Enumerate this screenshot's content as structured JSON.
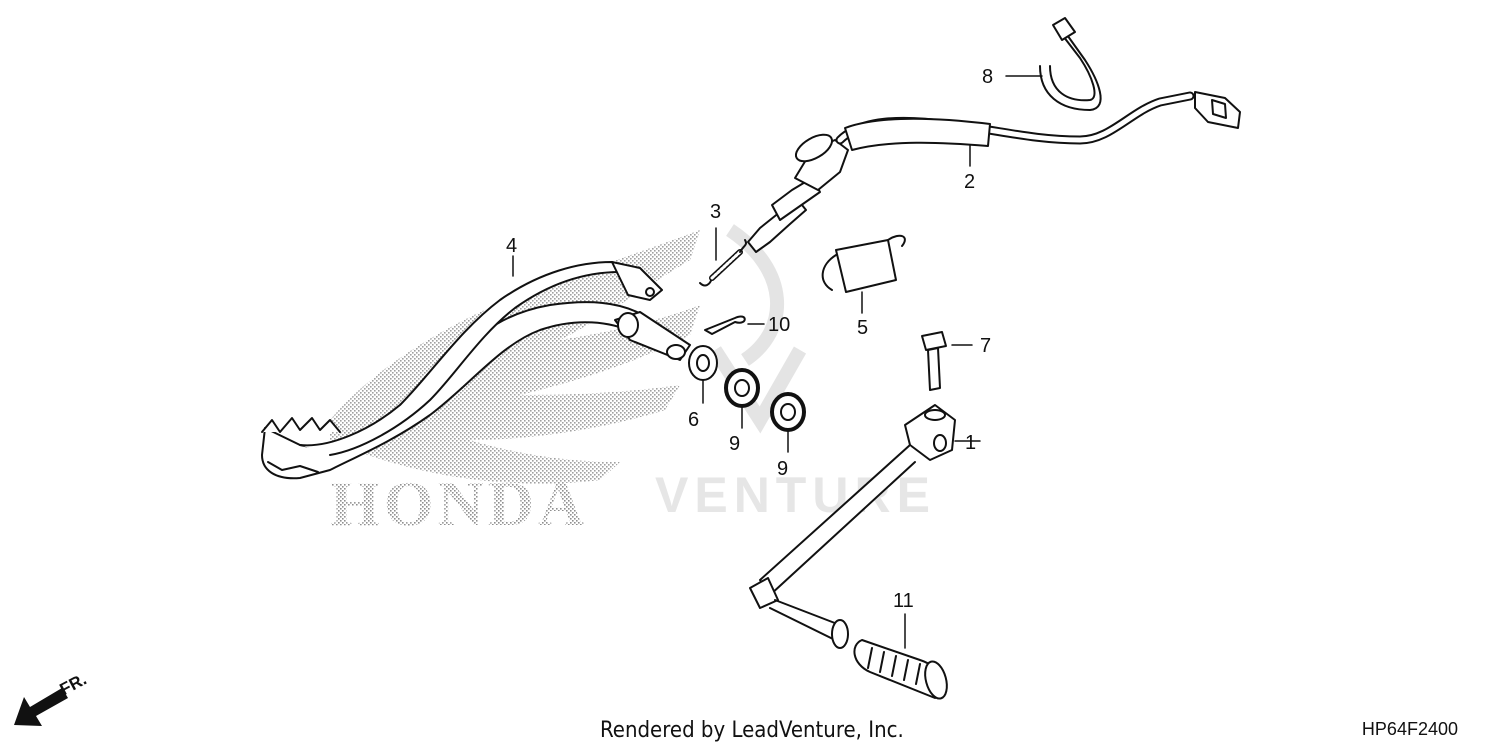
{
  "callouts": [
    {
      "id": "1",
      "text": "1"
    },
    {
      "id": "2",
      "text": "2"
    },
    {
      "id": "3",
      "text": "3"
    },
    {
      "id": "4",
      "text": "4"
    },
    {
      "id": "5",
      "text": "5"
    },
    {
      "id": "6",
      "text": "6"
    },
    {
      "id": "7",
      "text": "7"
    },
    {
      "id": "8",
      "text": "8"
    },
    {
      "id": "9a",
      "text": "9"
    },
    {
      "id": "9b",
      "text": "9"
    },
    {
      "id": "10",
      "text": "10"
    },
    {
      "id": "11",
      "text": "11"
    }
  ],
  "watermark": {
    "brand": "HONDA",
    "venture": "VENTURE"
  },
  "direction_label": "FR.",
  "footer_credit": "Rendered by LeadVenture, Inc.",
  "diagram_code": "HP64F2400",
  "colors": {
    "line": "#111111",
    "stipple": "#9a9a9a",
    "watermark_text": "#e6e6e6"
  }
}
